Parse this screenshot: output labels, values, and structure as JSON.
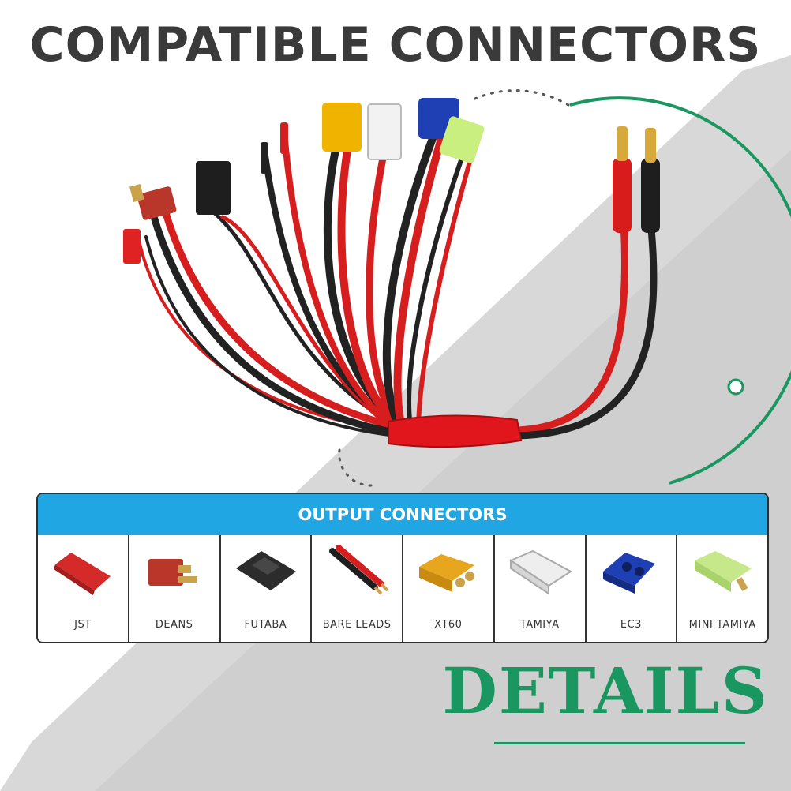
{
  "headline": "COMPATIBLE CONNECTORS",
  "output_table": {
    "header": "OUTPUT CONNECTORS",
    "items": [
      {
        "label": "JST",
        "icon": "jst-connector-icon",
        "color": "#d42a2a"
      },
      {
        "label": "DEANS",
        "icon": "deans-connector-icon",
        "color": "#b9362a"
      },
      {
        "label": "FUTABA",
        "icon": "futaba-connector-icon",
        "color": "#2c2c2c"
      },
      {
        "label": "BARE LEADS",
        "icon": "bare-leads-icon",
        "color": "#d61e1e"
      },
      {
        "label": "XT60",
        "icon": "xt60-connector-icon",
        "color": "#e7a61d"
      },
      {
        "label": "TAMIYA",
        "icon": "tamiya-connector-icon",
        "color": "#eeeeee"
      },
      {
        "label": "EC3",
        "icon": "ec3-connector-icon",
        "color": "#1f3fb5"
      },
      {
        "label": "MINI TAMIYA",
        "icon": "mini-tamiya-connector-icon",
        "color": "#c6e88a"
      }
    ]
  },
  "details": "DETAILS",
  "colors": {
    "accent_green": "#1a9660",
    "header_blue": "#21a6e4",
    "background_gray": "#d8d8d8",
    "wire_red": "#d61e1e",
    "wire_black": "#222222"
  }
}
